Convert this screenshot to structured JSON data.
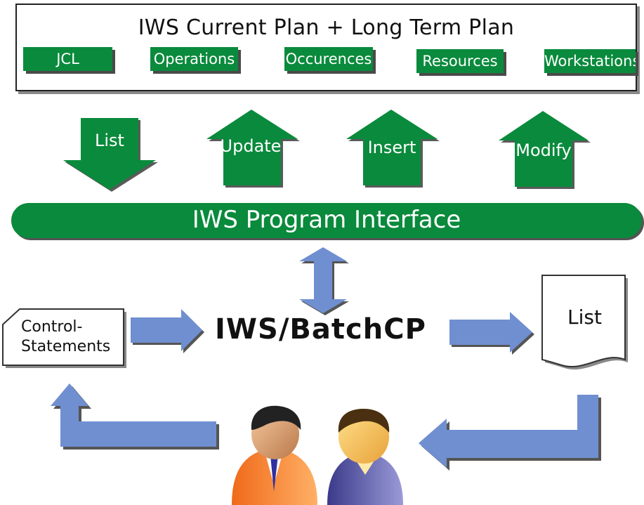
{
  "plan": {
    "title": "IWS Current Plan + Long Term Plan",
    "tags": [
      "JCL",
      "Operations",
      "Occurences",
      "Resources",
      "Workstations"
    ]
  },
  "actions": {
    "list": "List",
    "update": "Update",
    "insert": "Insert",
    "modify": "Modify"
  },
  "interface": {
    "label": "IWS Program Interface"
  },
  "batch": {
    "label": "IWS/BatchCP"
  },
  "control": {
    "line1": "Control-",
    "line2": "Statements"
  },
  "output": {
    "label": "List"
  },
  "colors": {
    "green": "#0a8a3c",
    "blue_arrow": "#6f8fd0"
  }
}
